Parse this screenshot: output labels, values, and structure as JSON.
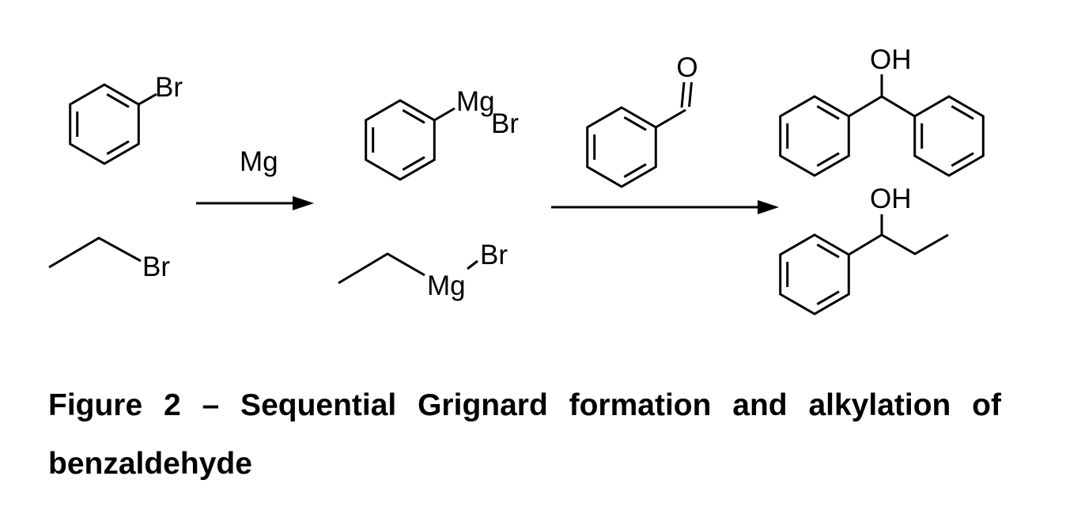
{
  "colors": {
    "ink": "#000000",
    "background": "#ffffff"
  },
  "caption": {
    "line1": "Figure 2 – Sequential Grignard formation and alkylation of",
    "line2": "benzaldehyde"
  },
  "scheme": {
    "step1_reagent": "Mg",
    "bromobenzene": {
      "halogen": "Br"
    },
    "ethyl_bromide": {
      "halogen": "Br"
    },
    "phenylmagnesium_bromide": {
      "metal": "Mg",
      "halogen": "Br"
    },
    "ethylmagnesium_bromide": {
      "metal": "Mg",
      "halogen": "Br"
    },
    "benzaldehyde": {
      "carbonyl_oxygen": "O"
    },
    "diphenylmethanol": {
      "hydroxyl": "OH"
    },
    "phenylpropanol": {
      "hydroxyl": "OH"
    }
  }
}
